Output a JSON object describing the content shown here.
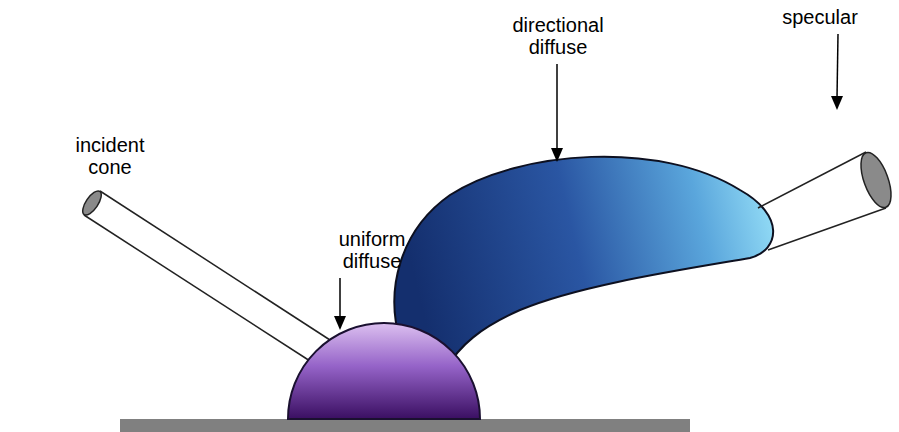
{
  "diagram": {
    "labels": [
      "incident cone",
      "uniform diffuse",
      "directional diffuse",
      "specular"
    ]
  }
}
